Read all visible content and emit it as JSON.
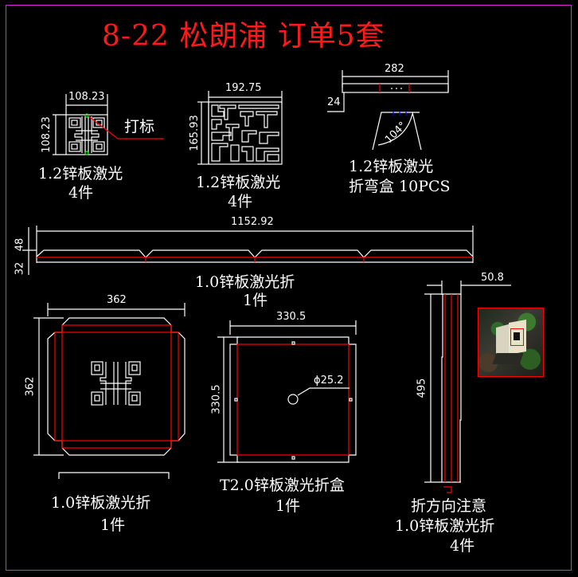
{
  "title": "8-22 松朗浦 订单5套",
  "colors": {
    "background": "#000000",
    "frame": "#e020e0",
    "title": "#ff1a1a",
    "line": "#ffffff",
    "bend_line": "#ff0000",
    "grip": "#00ff00",
    "marker": "#0000ff"
  },
  "parts": [
    {
      "id": "small-pattern-plate",
      "dims": {
        "width": "108.23",
        "height": "108.23"
      },
      "leader_note": "打标",
      "material": "1.2锌板激光",
      "qty": "4件"
    },
    {
      "id": "lattice-plate",
      "dims": {
        "width": "192.75",
        "height": "165.93"
      },
      "material": "1.2锌板激光",
      "qty": "4件"
    },
    {
      "id": "bend-box",
      "dims": {
        "length": "282",
        "height": "24",
        "angle": "104°"
      },
      "material": "1.2锌板激光",
      "qty": "折弯盒 10PCS"
    },
    {
      "id": "long-strip",
      "dims": {
        "length": "1152.92",
        "h1": "48",
        "h2": "32"
      },
      "material": "1.0锌板激光折",
      "qty": "1件"
    },
    {
      "id": "square-tray",
      "dims": {
        "width": "362",
        "height": "362"
      },
      "material": "1.0锌板激光折",
      "qty": "1件"
    },
    {
      "id": "folded-box",
      "dims": {
        "width": "330.5",
        "height": "330.5",
        "hole": "ϕ25.2"
      },
      "material": "T2.0锌板激光折盒",
      "qty": "1件"
    },
    {
      "id": "channel-strip",
      "dims": {
        "width": "50.8",
        "height": "495"
      },
      "note": "折方向注意",
      "material": "1.0锌板激光折",
      "qty": "4件"
    }
  ],
  "reference_photo": {
    "alt": "installation reference photo"
  }
}
